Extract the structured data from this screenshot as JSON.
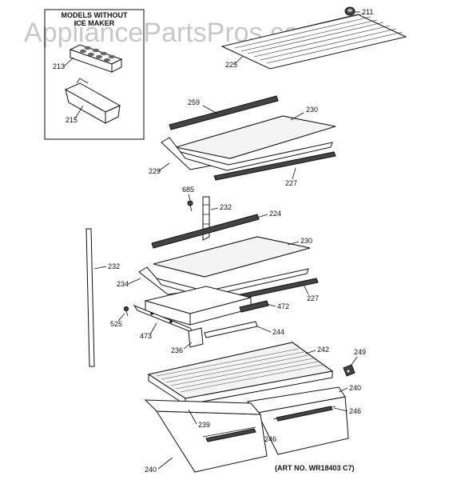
{
  "watermark": "AppliancePartsPros.com",
  "inset": {
    "title_line1": "MODELS WITHOUT",
    "title_line2": "ICE MAKER"
  },
  "art_number": "(ART NO. WR18403 C7)",
  "callouts": {
    "c211": "211",
    "c225": "225",
    "c213": "213",
    "c215": "215",
    "c259": "259",
    "c230a": "230",
    "c229": "229",
    "c227a": "227",
    "c685": "685",
    "c232a": "232",
    "c224": "224",
    "c230b": "230",
    "c232b": "232",
    "c234": "234",
    "c227b": "227",
    "c472": "472",
    "c525": "525",
    "c473": "473",
    "c244": "244",
    "c236": "236",
    "c242": "242",
    "c249": "249",
    "c240a": "240",
    "c239": "239",
    "c246a": "246",
    "c246b": "246",
    "c240b": "240"
  }
}
